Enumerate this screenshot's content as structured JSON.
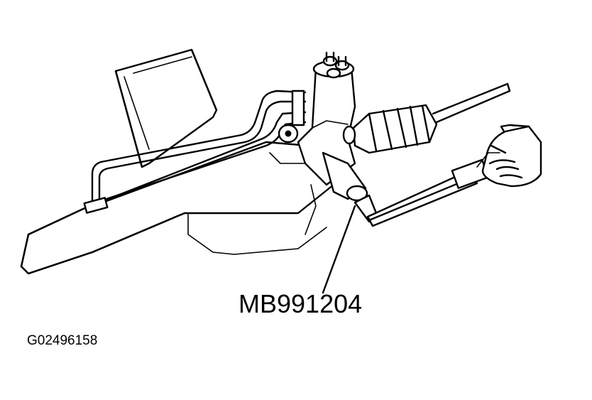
{
  "diagram": {
    "callout_label": "MB991204",
    "figure_id": "G02496158"
  },
  "icons": {
    "illustration": "steering-gear-pinion-rotation-tool-illustration",
    "hand": "hand-icon"
  }
}
